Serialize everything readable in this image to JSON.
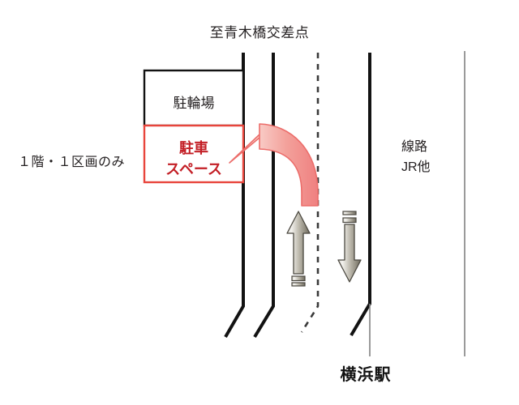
{
  "diagram": {
    "title_label": "至青木橋交差点",
    "bicycle_parking_label": "駐輪場",
    "parking_space_label": "駐車\nスペース",
    "floor_note_label": "１階・１区画のみ",
    "railway_label": "線路\nJR他",
    "station_label": "横浜駅",
    "colors": {
      "red_accent": "#e8453c",
      "red_text": "#c31f26",
      "red_arrow_light": "#fdecea",
      "red_arrow_dark": "#ef7f7f",
      "road_line": "#121212",
      "thin_line": "#808080",
      "text": "#231f20",
      "traffic_arrow_light": "#f2f1ee",
      "traffic_arrow_dark": "#6e6a5e"
    }
  }
}
